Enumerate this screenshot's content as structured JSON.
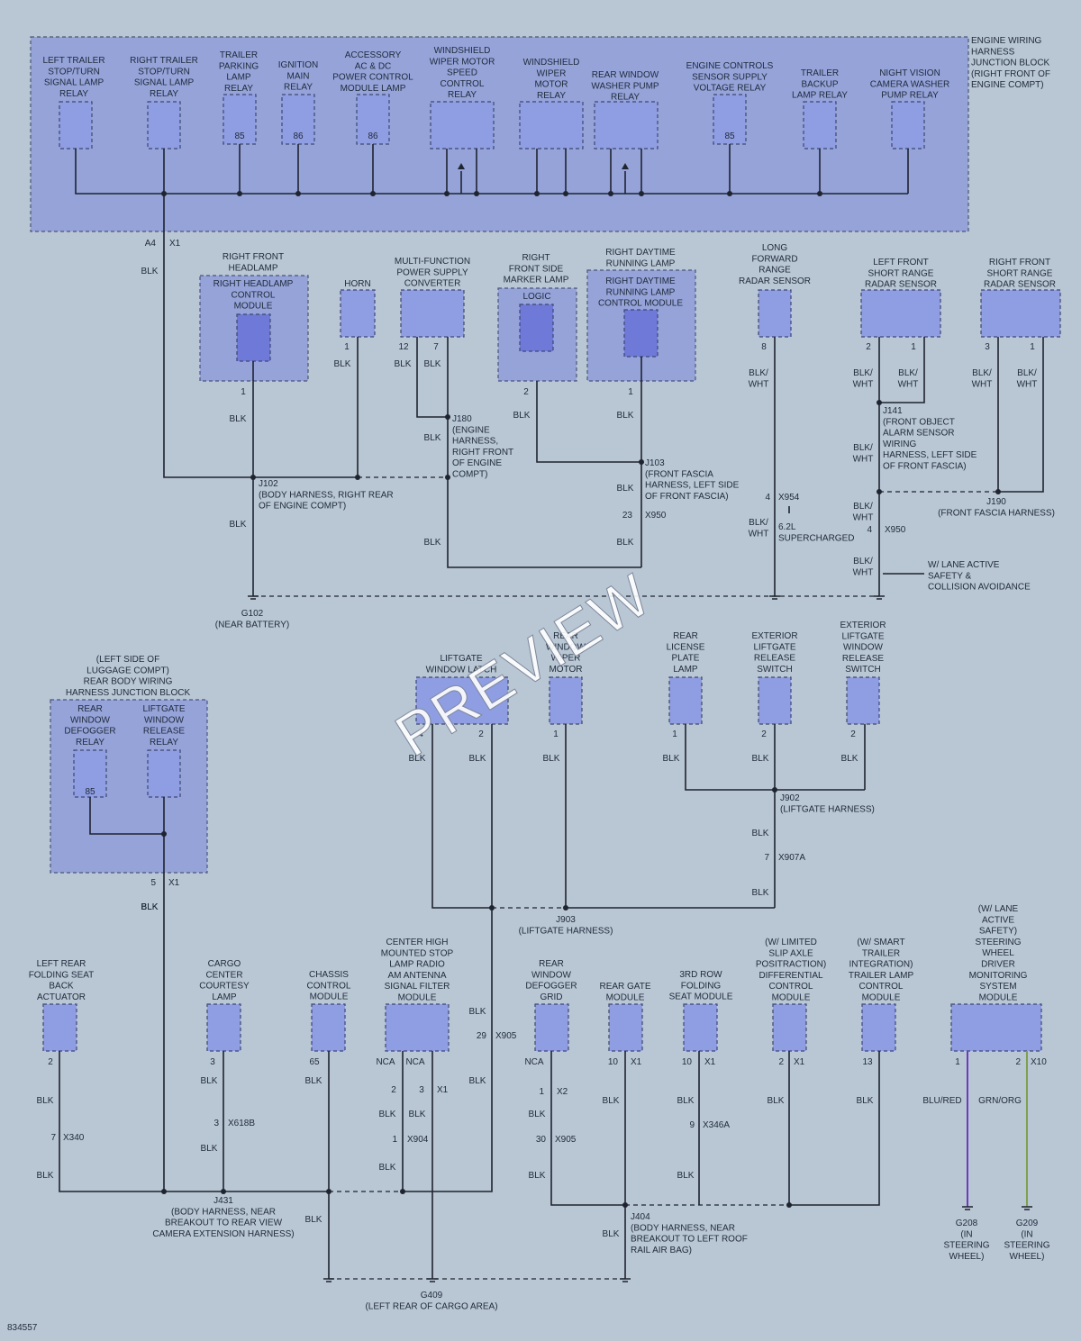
{
  "watermark": "PREVIEW",
  "figure_id": "834557",
  "colors": {
    "background": "#b9c6d3",
    "junction_block": "#95a3d9",
    "component": "#8f9de2",
    "wire": "#1e2430",
    "wire_blu_red": "#6a3cc0",
    "wire_grn_org": "#7fa050"
  },
  "labels": [
    {
      "id": "ejb",
      "text": [
        "ENGINE WIRING",
        "HARNESS",
        "JUNCTION BLOCK",
        "(RIGHT FRONT OF",
        "ENGINE COMPT)"
      ],
      "a": "start"
    },
    {
      "id": "r1",
      "text": [
        "LEFT TRAILER",
        "STOP/TURN",
        "SIGNAL LAMP",
        "RELAY"
      ]
    },
    {
      "id": "r2",
      "text": [
        "RIGHT TRAILER",
        "STOP/TURN",
        "SIGNAL LAMP",
        "RELAY"
      ]
    },
    {
      "id": "r3",
      "text": [
        "TRAILER",
        "PARKING",
        "LAMP",
        "RELAY"
      ]
    },
    {
      "id": "r4",
      "text": [
        "IGNITION",
        "MAIN",
        "RELAY"
      ]
    },
    {
      "id": "r5",
      "text": [
        "ACCESSORY",
        "AC & DC",
        "POWER CONTROL",
        "MODULE LAMP"
      ]
    },
    {
      "id": "r6",
      "text": [
        "WINDSHIELD",
        "WIPER MOTOR",
        "SPEED",
        "CONTROL",
        "RELAY"
      ]
    },
    {
      "id": "r7",
      "text": [
        "WINDSHIELD",
        "WIPER",
        "MOTOR",
        "RELAY"
      ]
    },
    {
      "id": "r8",
      "text": [
        "REAR WINDOW",
        "WASHER PUMP",
        "RELAY"
      ]
    },
    {
      "id": "r9",
      "text": [
        "ENGINE CONTROLS",
        "SENSOR SUPPLY",
        "VOLTAGE RELAY"
      ]
    },
    {
      "id": "r10",
      "text": [
        "TRAILER",
        "BACKUP",
        "LAMP RELAY"
      ]
    },
    {
      "id": "r11",
      "text": [
        "NIGHT VISION",
        "CAMERA WASHER",
        "PUMP RELAY"
      ]
    },
    {
      "id": "pin85a",
      "text": [
        "85"
      ]
    },
    {
      "id": "pin86a",
      "text": [
        "86"
      ]
    },
    {
      "id": "pin86b",
      "text": [
        "86"
      ]
    },
    {
      "id": "pin85b",
      "text": [
        "85"
      ]
    },
    {
      "id": "a4",
      "text": [
        "A4"
      ],
      "a": "end"
    },
    {
      "id": "x1a",
      "text": [
        "X1"
      ],
      "a": "start"
    },
    {
      "id": "blk1",
      "text": [
        "BLK"
      ]
    },
    {
      "id": "rfh",
      "text": [
        "RIGHT FRONT",
        "HEADLAMP"
      ]
    },
    {
      "id": "rhcm",
      "text": [
        "RIGHT HEADLAMP",
        "CONTROL",
        "MODULE"
      ]
    },
    {
      "id": "horn",
      "text": [
        "HORN"
      ]
    },
    {
      "id": "mfpsc",
      "text": [
        "MULTI-FUNCTION",
        "POWER SUPPLY",
        "CONVERTER"
      ]
    },
    {
      "id": "rfsml",
      "text": [
        "RIGHT",
        "FRONT SIDE",
        "MARKER LAMP"
      ]
    },
    {
      "id": "logic",
      "text": [
        "LOGIC"
      ]
    },
    {
      "id": "rdrl",
      "text": [
        "RIGHT DAYTIME",
        "RUNNING LAMP"
      ]
    },
    {
      "id": "rdrlcm",
      "text": [
        "RIGHT DAYTIME",
        "RUNNING LAMP",
        "CONTROL MODULE"
      ]
    },
    {
      "id": "lfrrs",
      "text": [
        "LONG",
        "FORWARD",
        "RANGE",
        "RADAR SENSOR"
      ]
    },
    {
      "id": "lfsrrs",
      "text": [
        "LEFT FRONT",
        "SHORT RANGE",
        "RADAR SENSOR"
      ]
    },
    {
      "id": "rfsrrs",
      "text": [
        "RIGHT FRONT",
        "SHORT RANGE",
        "RADAR SENSOR"
      ]
    },
    {
      "id": "p1a",
      "text": [
        "1"
      ]
    },
    {
      "id": "p1b",
      "text": [
        "1"
      ]
    },
    {
      "id": "p12",
      "text": [
        "12"
      ]
    },
    {
      "id": "p7",
      "text": [
        "7"
      ]
    },
    {
      "id": "p2a",
      "text": [
        "2"
      ]
    },
    {
      "id": "p1c",
      "text": [
        "1"
      ]
    },
    {
      "id": "p8",
      "text": [
        "8"
      ]
    },
    {
      "id": "p2b",
      "text": [
        "2"
      ]
    },
    {
      "id": "p1d",
      "text": [
        "1"
      ]
    },
    {
      "id": "p3a",
      "text": [
        "3"
      ]
    },
    {
      "id": "p1e",
      "text": [
        "1"
      ]
    },
    {
      "id": "blk2",
      "text": [
        "BLK"
      ]
    },
    {
      "id": "blk3",
      "text": [
        "BLK"
      ]
    },
    {
      "id": "blk4",
      "text": [
        "BLK"
      ]
    },
    {
      "id": "blk5",
      "text": [
        "BLK"
      ]
    },
    {
      "id": "blk6",
      "text": [
        "BLK"
      ]
    },
    {
      "id": "blk7",
      "text": [
        "BLK"
      ]
    },
    {
      "id": "blk8",
      "text": [
        "BLK"
      ]
    },
    {
      "id": "blk9",
      "text": [
        "BLK"
      ]
    },
    {
      "id": "blk10",
      "text": [
        "BLK"
      ]
    },
    {
      "id": "blk11",
      "text": [
        "BLK"
      ]
    },
    {
      "id": "blk12",
      "text": [
        "BLK"
      ]
    },
    {
      "id": "bw1",
      "text": [
        "BLK/",
        "WHT"
      ]
    },
    {
      "id": "bw2",
      "text": [
        "BLK/",
        "WHT"
      ]
    },
    {
      "id": "bw3",
      "text": [
        "BLK/",
        "WHT"
      ]
    },
    {
      "id": "bw4",
      "text": [
        "BLK/",
        "WHT"
      ]
    },
    {
      "id": "bw5",
      "text": [
        "BLK/",
        "WHT"
      ]
    },
    {
      "id": "bw6",
      "text": [
        "BLK/",
        "WHT"
      ]
    },
    {
      "id": "bw7",
      "text": [
        "BLK/",
        "WHT"
      ]
    },
    {
      "id": "bw8",
      "text": [
        "BLK/",
        "WHT"
      ]
    },
    {
      "id": "bw9",
      "text": [
        "BLK/",
        "WHT"
      ]
    },
    {
      "id": "j180",
      "text": [
        "J180",
        "(ENGINE",
        "HARNESS,",
        "RIGHT FRONT",
        "OF ENGINE",
        "COMPT)"
      ],
      "a": "start"
    },
    {
      "id": "j141",
      "text": [
        "J141",
        "(FRONT OBJECT",
        "ALARM SENSOR",
        "WIRING",
        "HARNESS, LEFT SIDE",
        "OF FRONT FASCIA)"
      ],
      "a": "start"
    },
    {
      "id": "j102",
      "text": [
        "J102",
        "(BODY HARNESS, RIGHT REAR",
        "OF ENGINE COMPT)"
      ],
      "a": "start"
    },
    {
      "id": "j103",
      "text": [
        "J103",
        "(FRONT FASCIA",
        "HARNESS, LEFT SIDE",
        "OF FRONT FASCIA)"
      ],
      "a": "start"
    },
    {
      "id": "j190",
      "text": [
        "J190",
        "(FRONT FASCIA HARNESS)"
      ]
    },
    {
      "id": "p4a",
      "text": [
        "4"
      ],
      "a": "end"
    },
    {
      "id": "x954",
      "text": [
        "X954"
      ],
      "a": "start"
    },
    {
      "id": "p23",
      "text": [
        "23"
      ],
      "a": "end"
    },
    {
      "id": "x950a",
      "text": [
        "X950"
      ],
      "a": "start"
    },
    {
      "id": "p4b",
      "text": [
        "4"
      ],
      "a": "end"
    },
    {
      "id": "x950b",
      "text": [
        "X950"
      ],
      "a": "start"
    },
    {
      "id": "sc",
      "text": [
        "6.2L",
        "SUPERCHARGED"
      ],
      "a": "start"
    },
    {
      "id": "lane",
      "text": [
        "W/ LANE ACTIVE",
        "SAFETY &",
        "COLLISION AVOIDANCE"
      ],
      "a": "start"
    },
    {
      "id": "g102",
      "text": [
        "G102",
        "(NEAR BATTERY)"
      ]
    },
    {
      "id": "rbwjb",
      "text": [
        "(LEFT SIDE OF",
        "LUGGAGE COMPT)",
        "REAR BODY WIRING",
        "HARNESS JUNCTION BLOCK"
      ]
    },
    {
      "id": "rwdr",
      "text": [
        "REAR",
        "WINDOW",
        "DEFOGGER",
        "RELAY"
      ]
    },
    {
      "id": "lwrr",
      "text": [
        "LIFTGATE",
        "WINDOW",
        "RELEASE",
        "RELAY"
      ]
    },
    {
      "id": "pin85c",
      "text": [
        "85"
      ]
    },
    {
      "id": "p5",
      "text": [
        "5"
      ],
      "a": "end"
    },
    {
      "id": "x1b",
      "text": [
        "X1"
      ],
      "a": "start"
    },
    {
      "id": "lwl",
      "text": [
        "LIFTGATE",
        "WINDOW LATCH"
      ]
    },
    {
      "id": "rwwm",
      "text": [
        "REAR",
        "WINDOW",
        "WIPER",
        "MOTOR"
      ]
    },
    {
      "id": "rlpl",
      "text": [
        "REAR",
        "LICENSE",
        "PLATE",
        "LAMP"
      ]
    },
    {
      "id": "elrs",
      "text": [
        "EXTERIOR",
        "LIFTGATE",
        "RELEASE",
        "SWITCH"
      ]
    },
    {
      "id": "elwrs",
      "text": [
        "EXTERIOR",
        "LIFTGATE",
        "WINDOW",
        "RELEASE",
        "SWITCH"
      ]
    },
    {
      "id": "p4c",
      "text": [
        "4"
      ]
    },
    {
      "id": "p2c",
      "text": [
        "2"
      ]
    },
    {
      "id": "p1f",
      "text": [
        "1"
      ]
    },
    {
      "id": "p1g",
      "text": [
        "1"
      ]
    },
    {
      "id": "p2d",
      "text": [
        "2"
      ]
    },
    {
      "id": "p2e",
      "text": [
        "2"
      ]
    },
    {
      "id": "blk13",
      "text": [
        "BLK"
      ]
    },
    {
      "id": "blk14",
      "text": [
        "BLK"
      ]
    },
    {
      "id": "blk15",
      "text": [
        "BLK"
      ]
    },
    {
      "id": "blk16",
      "text": [
        "BLK"
      ]
    },
    {
      "id": "blk17",
      "text": [
        "BLK"
      ]
    },
    {
      "id": "blk18",
      "text": [
        "BLK"
      ]
    },
    {
      "id": "blk19",
      "text": [
        "BLK"
      ]
    },
    {
      "id": "blk20",
      "text": [
        "BLK"
      ]
    },
    {
      "id": "blk21",
      "text": [
        "BLK"
      ]
    },
    {
      "id": "j902",
      "text": [
        "J902",
        "(LIFTGATE HARNESS)"
      ],
      "a": "start"
    },
    {
      "id": "p7b",
      "text": [
        "7"
      ],
      "a": "end"
    },
    {
      "id": "x907a",
      "text": [
        "X907A"
      ],
      "a": "start"
    },
    {
      "id": "j903",
      "text": [
        "J903",
        "(LIFTGATE HARNESS)"
      ]
    },
    {
      "id": "lrfsba",
      "text": [
        "LEFT REAR",
        "FOLDING SEAT",
        "BACK",
        "ACTUATOR"
      ]
    },
    {
      "id": "cccl",
      "text": [
        "CARGO",
        "CENTER",
        "COURTESY",
        "LAMP"
      ]
    },
    {
      "id": "ccm",
      "text": [
        "CHASSIS",
        "CONTROL",
        "MODULE"
      ]
    },
    {
      "id": "chmsl",
      "text": [
        "CENTER HIGH",
        "MOUNTED STOP",
        "LAMP RADIO",
        "AM ANTENNA",
        "SIGNAL FILTER",
        "MODULE"
      ]
    },
    {
      "id": "rwdg",
      "text": [
        "REAR",
        "WINDOW",
        "DEFOGGER",
        "GRID"
      ]
    },
    {
      "id": "rgm",
      "text": [
        "REAR GATE",
        "MODULE"
      ]
    },
    {
      "id": "3rfsm",
      "text": [
        "3RD ROW",
        "FOLDING",
        "SEAT MODULE"
      ]
    },
    {
      "id": "lspd",
      "text": [
        "(W/ LIMITED",
        "SLIP AXLE",
        "POSITRACTION)",
        "DIFFERENTIAL",
        "CONTROL",
        "MODULE"
      ]
    },
    {
      "id": "sti",
      "text": [
        "(W/ SMART",
        "TRAILER",
        "INTEGRATION)",
        "TRAILER LAMP",
        "CONTROL",
        "MODULE"
      ]
    },
    {
      "id": "swdm",
      "text": [
        "(W/ LANE",
        "ACTIVE",
        "SAFETY)",
        "STEERING",
        "WHEEL",
        "DRIVER",
        "MONITORING",
        "SYSTEM",
        "MODULE"
      ]
    },
    {
      "id": "p2f",
      "text": [
        "2"
      ]
    },
    {
      "id": "p3b",
      "text": [
        "3"
      ]
    },
    {
      "id": "p65",
      "text": [
        "65"
      ]
    },
    {
      "id": "nca1",
      "text": [
        "NCA"
      ]
    },
    {
      "id": "nca2",
      "text": [
        "NCA"
      ]
    },
    {
      "id": "nca3",
      "text": [
        "NCA"
      ]
    },
    {
      "id": "p10a",
      "text": [
        "10"
      ],
      "a": "end"
    },
    {
      "id": "x1c",
      "text": [
        "X1"
      ],
      "a": "start"
    },
    {
      "id": "p10b",
      "text": [
        "10"
      ],
      "a": "end"
    },
    {
      "id": "x1d",
      "text": [
        "X1"
      ],
      "a": "start"
    },
    {
      "id": "p2g",
      "text": [
        "2"
      ],
      "a": "end"
    },
    {
      "id": "x1e",
      "text": [
        "X1"
      ],
      "a": "start"
    },
    {
      "id": "p13",
      "text": [
        "13"
      ]
    },
    {
      "id": "p1h",
      "text": [
        "1"
      ]
    },
    {
      "id": "p2h",
      "text": [
        "2"
      ],
      "a": "end"
    },
    {
      "id": "x10",
      "text": [
        "X10"
      ],
      "a": "start"
    },
    {
      "id": "p7c",
      "text": [
        "7"
      ],
      "a": "end"
    },
    {
      "id": "x340",
      "text": [
        "X340"
      ],
      "a": "start"
    },
    {
      "id": "p3c",
      "text": [
        "3"
      ],
      "a": "end"
    },
    {
      "id": "x618b",
      "text": [
        "X618B"
      ],
      "a": "start"
    },
    {
      "id": "p2i",
      "text": [
        "2"
      ]
    },
    {
      "id": "p3d",
      "text": [
        "3"
      ]
    },
    {
      "id": "x1f",
      "text": [
        "X1"
      ],
      "a": "start"
    },
    {
      "id": "p1i",
      "text": [
        "1"
      ],
      "a": "end"
    },
    {
      "id": "x904",
      "text": [
        "X904"
      ],
      "a": "start"
    },
    {
      "id": "p29",
      "text": [
        "29"
      ],
      "a": "end"
    },
    {
      "id": "x905a",
      "text": [
        "X905"
      ],
      "a": "start"
    },
    {
      "id": "p1j",
      "text": [
        "1"
      ],
      "a": "end"
    },
    {
      "id": "x2",
      "text": [
        "X2"
      ],
      "a": "start"
    },
    {
      "id": "p30",
      "text": [
        "30"
      ],
      "a": "end"
    },
    {
      "id": "x905b",
      "text": [
        "X905"
      ],
      "a": "start"
    },
    {
      "id": "p9",
      "text": [
        "9"
      ],
      "a": "end"
    },
    {
      "id": "x346a",
      "text": [
        "X346A"
      ],
      "a": "start"
    },
    {
      "id": "blk22",
      "text": [
        "BLK"
      ]
    },
    {
      "id": "blk23",
      "text": [
        "BLK"
      ]
    },
    {
      "id": "blk24",
      "text": [
        "BLK"
      ]
    },
    {
      "id": "blk25",
      "text": [
        "BLK"
      ]
    },
    {
      "id": "blk26",
      "text": [
        "BLK"
      ]
    },
    {
      "id": "blk27",
      "text": [
        "BLK"
      ]
    },
    {
      "id": "blk28",
      "text": [
        "BLK"
      ]
    },
    {
      "id": "blk29",
      "text": [
        "BLK"
      ]
    },
    {
      "id": "blk30",
      "text": [
        "BLK"
      ]
    },
    {
      "id": "blk31",
      "text": [
        "BLK"
      ]
    },
    {
      "id": "blk32",
      "text": [
        "BLK"
      ]
    },
    {
      "id": "blk33",
      "text": [
        "BLK"
      ]
    },
    {
      "id": "blk34",
      "text": [
        "BLK"
      ]
    },
    {
      "id": "blk35",
      "text": [
        "BLK"
      ]
    },
    {
      "id": "blk36",
      "text": [
        "BLK"
      ]
    },
    {
      "id": "blk37",
      "text": [
        "BLK"
      ]
    },
    {
      "id": "blk38",
      "text": [
        "BLK"
      ]
    },
    {
      "id": "blk39",
      "text": [
        "BLK"
      ]
    },
    {
      "id": "blk40",
      "text": [
        "BLK"
      ]
    },
    {
      "id": "blk41",
      "text": [
        "BLK"
      ]
    },
    {
      "id": "blk42",
      "text": [
        "BLK"
      ]
    },
    {
      "id": "blured",
      "text": [
        "BLU/RED"
      ]
    },
    {
      "id": "grnorg",
      "text": [
        "GRN/ORG"
      ]
    },
    {
      "id": "j431",
      "text": [
        "J431",
        "(BODY HARNESS, NEAR",
        "BREAKOUT TO REAR VIEW",
        "CAMERA EXTENSION HARNESS)"
      ]
    },
    {
      "id": "j404",
      "text": [
        "J404",
        "(BODY HARNESS, NEAR",
        "BREAKOUT TO LEFT ROOF",
        "RAIL AIR BAG)"
      ],
      "a": "start"
    },
    {
      "id": "g409",
      "text": [
        "G409",
        "(LEFT REAR OF CARGO AREA)"
      ]
    },
    {
      "id": "g208",
      "text": [
        "G208",
        "(IN",
        "STEERING",
        "WHEEL)"
      ]
    },
    {
      "id": "g209",
      "text": [
        "G209",
        "(IN",
        "STEERING",
        "WHEEL)"
      ]
    }
  ]
}
